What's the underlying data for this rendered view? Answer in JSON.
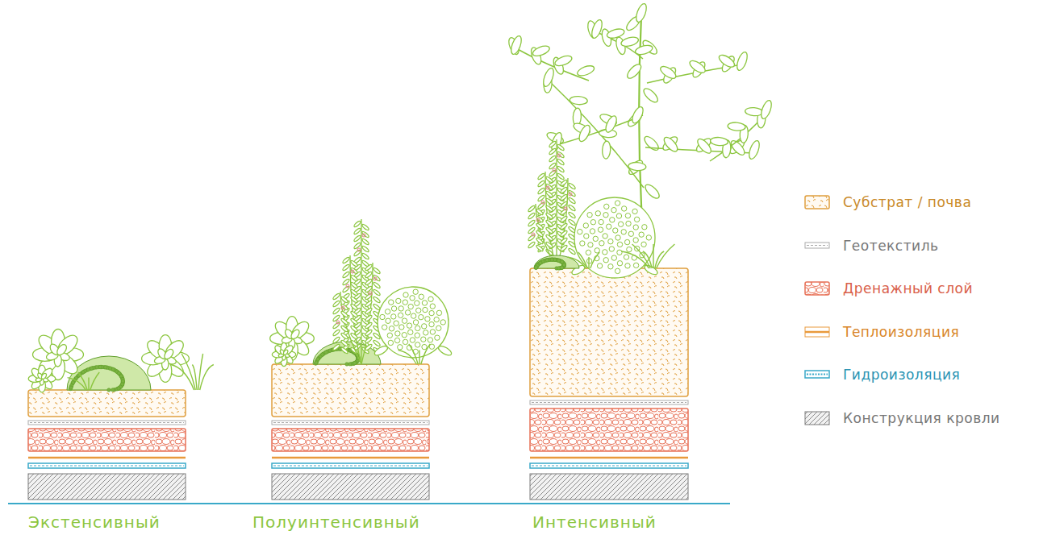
{
  "diagram": {
    "labels": [
      "Экстенсивный",
      "Полуинтенсивный",
      "Интенсивный"
    ],
    "legend": [
      {
        "text": "Субстрат / почва"
      },
      {
        "text": "Геотекстиль"
      },
      {
        "text": "Дренажный слой"
      },
      {
        "text": "Теплоизоляция"
      },
      {
        "text": "Гидроизоляция"
      },
      {
        "text": "Конструкция кровли"
      }
    ]
  }
}
